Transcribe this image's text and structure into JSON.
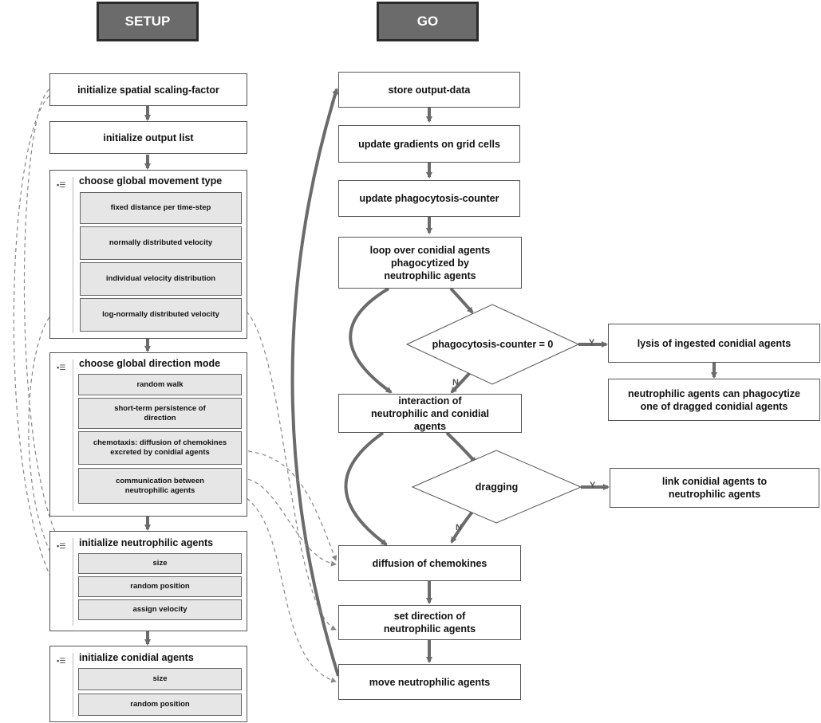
{
  "headers": {
    "setup": "SETUP",
    "go": "GO"
  },
  "setup": {
    "init_scaling": "initialize spatial scaling-factor",
    "init_output": "initialize output list",
    "movement": {
      "title": "choose global movement type",
      "items": [
        "fixed distance per time-step",
        "normally distributed velocity",
        "individual velocity distribution",
        "log-normally distributed velocity"
      ]
    },
    "direction": {
      "title": "choose global direction mode",
      "items": [
        "random walk",
        "short-term persistence of direction",
        "chemotaxis: diffusion of chemokines excreted by conidial agents",
        "communication between neutrophilic agents"
      ]
    },
    "neutrophilic": {
      "title": "initialize neutrophilic agents",
      "items": [
        "size",
        "random position",
        "assign velocity"
      ]
    },
    "conidial": {
      "title": "initialize conidial agents",
      "items": [
        "size",
        "random position"
      ]
    }
  },
  "go": {
    "store_output": "store output-data",
    "update_gradients": "update gradients on grid cells",
    "update_counter": "update phagocytosis-counter",
    "loop_conidial": "loop over conidial agents phagocytized by neutrophilic agents",
    "decision_counter": "phagocytosis-counter = 0",
    "lysis": "lysis of ingested conidial agents",
    "can_phagocytize": "neutrophilic agents can phagocytize one of dragged conidial agents",
    "interaction": "interaction of neutrophilic and conidial agents",
    "decision_dragging": "dragging",
    "link": "link conidial agents to neutrophilic agents",
    "diffusion": "diffusion of chemokines",
    "set_direction": "set direction of neutrophilic agents",
    "move": "move neutrophilic agents"
  },
  "labels": {
    "yes": "Y",
    "no": "N"
  },
  "colors": {
    "arrow": "#6b6b6b",
    "header_bg": "#6b6b6b",
    "sub_bg": "#e6e6e6"
  }
}
